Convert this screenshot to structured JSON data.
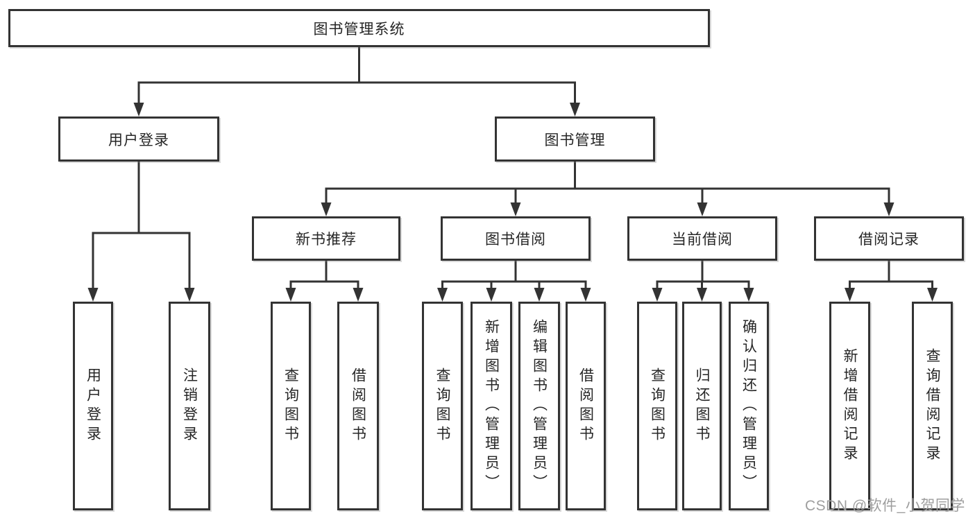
{
  "tree": {
    "label": "图书管理系统",
    "children": [
      {
        "label": "用户登录",
        "children": [
          {
            "label": "用户登录"
          },
          {
            "label": "注销登录"
          }
        ]
      },
      {
        "label": "图书管理",
        "children": [
          {
            "label": "新书推荐",
            "children": [
              {
                "label": "查询图书"
              },
              {
                "label": "借阅图书"
              }
            ]
          },
          {
            "label": "图书借阅",
            "children": [
              {
                "label": "查询图书"
              },
              {
                "label": "新增图书（管理员）"
              },
              {
                "label": "编辑图书（管理员）"
              },
              {
                "label": "借阅图书"
              }
            ]
          },
          {
            "label": "当前借阅",
            "children": [
              {
                "label": "查询图书"
              },
              {
                "label": "归还图书"
              },
              {
                "label": "确认归还（管理员）"
              }
            ]
          },
          {
            "label": "借阅记录",
            "children": [
              {
                "label": "新增借阅记录"
              },
              {
                "label": "查询借阅记录"
              }
            ]
          }
        ]
      }
    ]
  },
  "watermark": "CSDN @软件_小贺同学",
  "colors": {
    "line": "#333333",
    "text": "#262626",
    "watermark": "#9e9e9e",
    "background": "#ffffff"
  }
}
